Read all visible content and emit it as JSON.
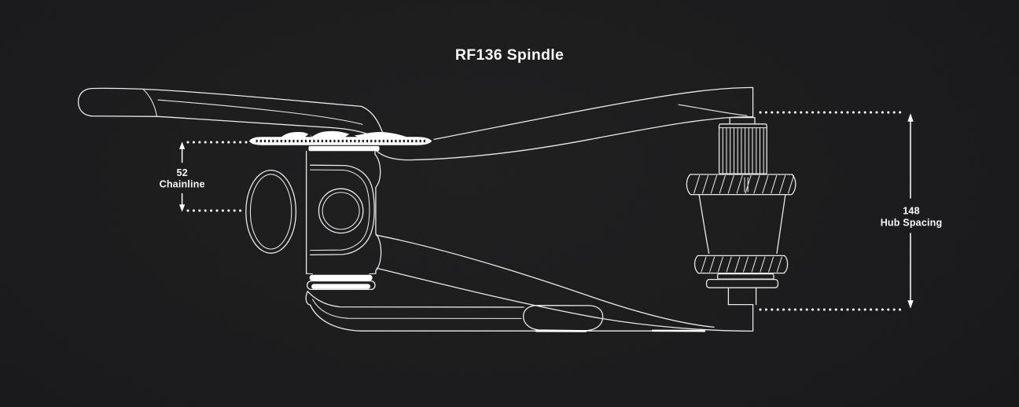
{
  "title": "RF136 Spindle",
  "dimensions": {
    "chainline": {
      "value": "52",
      "label": "Chainline"
    },
    "hub_spacing": {
      "value": "148",
      "label": "Hub Spacing"
    }
  },
  "colors": {
    "background": "#171718",
    "background_edge": "#0f0f10",
    "line": "#e9e9e9",
    "fill": "#ffffff",
    "text": "#f7f7f7"
  }
}
